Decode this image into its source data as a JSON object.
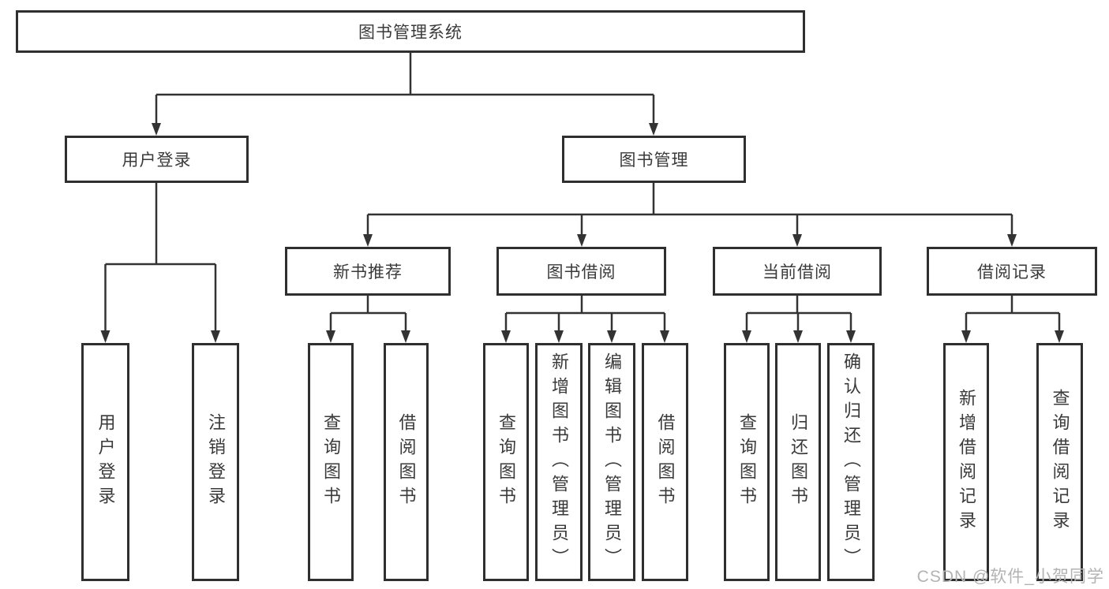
{
  "diagram_type": "hierarchy-chart",
  "colors": {
    "line": "#333333",
    "border": "#2f2f2f",
    "text": "#3a3a3a",
    "background": "#ffffff",
    "watermark": "#b3b3b3"
  },
  "tree": {
    "label": "图书管理系统",
    "children": [
      {
        "label": "用户登录",
        "children": [
          {
            "label": "用户登录"
          },
          {
            "label": "注销登录"
          }
        ]
      },
      {
        "label": "图书管理",
        "children": [
          {
            "label": "新书推荐",
            "children": [
              {
                "label": "查询图书"
              },
              {
                "label": "借阅图书"
              }
            ]
          },
          {
            "label": "图书借阅",
            "children": [
              {
                "label": "查询图书"
              },
              {
                "label": "新增图书（管理员）"
              },
              {
                "label": "编辑图书（管理员）"
              },
              {
                "label": "借阅图书"
              }
            ]
          },
          {
            "label": "当前借阅",
            "children": [
              {
                "label": "查询图书"
              },
              {
                "label": "归还图书"
              },
              {
                "label": "确认归还（管理员）"
              }
            ]
          },
          {
            "label": "借阅记录",
            "children": [
              {
                "label": "新增借阅记录"
              },
              {
                "label": "查询借阅记录"
              }
            ]
          }
        ]
      }
    ]
  },
  "watermark": "CSDN @软件_小贺同学"
}
